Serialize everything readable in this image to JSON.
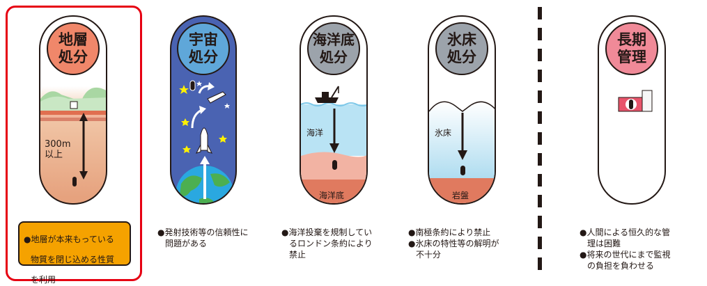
{
  "panels": [
    {
      "id": "geological",
      "title_line1": "地層",
      "title_line2": "処分",
      "badge_color": "#f0876a",
      "depth_line1": "300m",
      "depth_line2": "以上",
      "notes": [
        "●地層が本来もっている",
        "物質を閉じ込める性質",
        "を利用"
      ]
    },
    {
      "id": "space",
      "title_line1": "宇宙",
      "title_line2": "処分",
      "badge_color": "#5fa7d9",
      "notes": [
        "●発射技術等の信頼性に",
        "問題がある"
      ]
    },
    {
      "id": "seabed",
      "title_line1": "海洋底",
      "title_line2": "処分",
      "badge_color": "#9ca3ab",
      "water_label": "海洋",
      "floor_label": "海洋底",
      "notes": [
        "●海洋投棄を規制してい",
        "るロンドン条約により",
        "禁止"
      ]
    },
    {
      "id": "ice",
      "title_line1": "氷床",
      "title_line2": "処分",
      "badge_color": "#9ca3ab",
      "ice_label": "氷床",
      "rock_label": "岩盤",
      "notes": [
        "●南極条約により禁止",
        "●氷床の特性等の解明が",
        "不十分"
      ]
    },
    {
      "id": "longterm",
      "title_line1": "長期",
      "title_line2": "管理",
      "badge_color": "#f08a98",
      "notes": [
        "●人間による恒久的な管",
        "理は困難",
        "●将来の世代にまで監視",
        "の負担を負わせる"
      ]
    }
  ],
  "colors": {
    "highlight": "#e60012",
    "note_box": "#f5a200",
    "outline": "#231815"
  }
}
